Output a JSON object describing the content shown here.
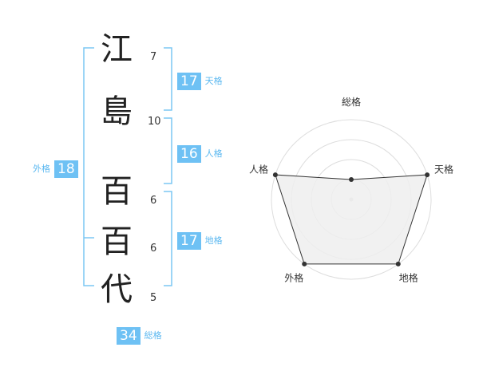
{
  "name_chars": [
    {
      "char": "江",
      "strokes": "7"
    },
    {
      "char": "島",
      "strokes": "10"
    },
    {
      "char": "百",
      "strokes": "6"
    },
    {
      "char": "百",
      "strokes": "6"
    },
    {
      "char": "代",
      "strokes": "5"
    }
  ],
  "fortunes": {
    "tenkaku": {
      "value": "17",
      "label": "天格"
    },
    "jinkaku": {
      "value": "16",
      "label": "人格"
    },
    "chikaku": {
      "value": "17",
      "label": "地格"
    },
    "gaikaku": {
      "value": "18",
      "label": "外格"
    },
    "soukaku": {
      "value": "34",
      "label": "総格"
    }
  },
  "colors": {
    "accent": "#6ec1f4",
    "text": "#222222",
    "radar_fill": "#eeeeee",
    "ring": "#dddddd"
  },
  "chart_data": {
    "type": "radar",
    "axes": [
      "総格",
      "天格",
      "地格",
      "外格",
      "人格"
    ],
    "max": 4,
    "values": [
      1,
      4,
      4,
      4,
      4
    ]
  }
}
